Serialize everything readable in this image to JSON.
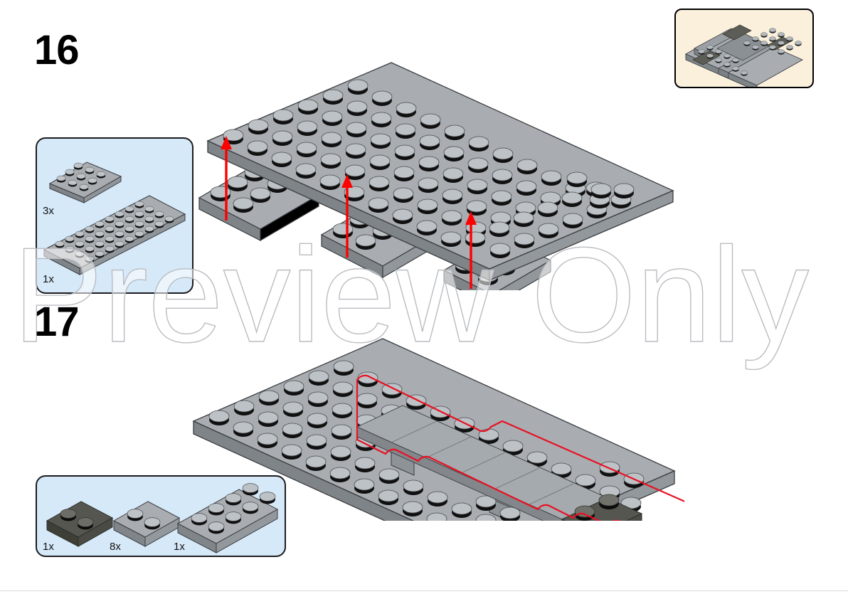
{
  "page": {
    "background_color": "#ffffff",
    "divider_color": "#d9d9d9"
  },
  "watermark": {
    "text": "Preview Only",
    "stroke_color": "#b9bcc0"
  },
  "preview_thumbnail": {
    "name": "completed-model-preview",
    "background_color": "#faf0dc",
    "border_color": "#000000"
  },
  "colors": {
    "plate_light_gray": "#a9adb1",
    "plate_mid_gray": "#9aa0a4",
    "plate_dark_gray": "#55564f",
    "stud_top": "#bfc4c8",
    "stud_shadow": "#111111",
    "callout_fill": "#d6e9f8",
    "callout_border": "#1c1c20",
    "arrow_red": "#ff0000",
    "highlight_red": "#e81123"
  },
  "steps": [
    {
      "number": "16",
      "callout": {
        "name": "parts-callout-step-16",
        "parts": [
          {
            "quantity": "3x",
            "part": "plate-2x6",
            "color": "#a9adb1"
          },
          {
            "quantity": "1x",
            "part": "plate-6x16",
            "color": "#a9adb1"
          }
        ]
      },
      "assembly": {
        "name": "assembly-step-16",
        "description": "large plate above three 2x6 plates",
        "arrows": 3,
        "arrow_color": "#ff0000"
      }
    },
    {
      "number": "17",
      "callout": {
        "name": "parts-callout-step-17",
        "parts": [
          {
            "quantity": "1x",
            "part": "plate-2x2-dark",
            "color": "#55564f"
          },
          {
            "quantity": "8x",
            "part": "plate-2x2",
            "color": "#a9adb1"
          },
          {
            "quantity": "1x",
            "part": "plate-2x4",
            "color": "#a9adb1"
          }
        ]
      },
      "assembly": {
        "name": "assembly-step-17",
        "description": "chassis with newly added plates outlined in red",
        "highlight_color": "#e81123"
      }
    }
  ]
}
